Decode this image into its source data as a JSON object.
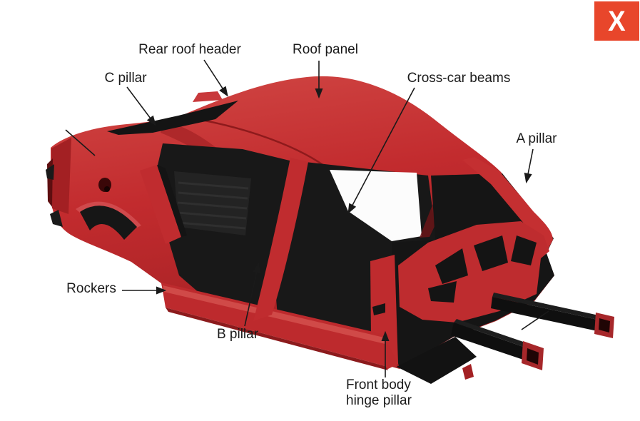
{
  "app": {
    "close_button": {
      "icon_text": "X"
    }
  },
  "diagram": {
    "labels": [
      {
        "id": "rear-roof-header",
        "text": "Rear roof header"
      },
      {
        "id": "roof-panel",
        "text": "Roof panel"
      },
      {
        "id": "c-pillar",
        "text": "C pillar"
      },
      {
        "id": "cross-car-beams",
        "text": "Cross-car beams"
      },
      {
        "id": "a-pillar",
        "text": "A pillar"
      },
      {
        "id": "rockers",
        "text": "Rockers"
      },
      {
        "id": "b-pillar",
        "text": "B pillar"
      },
      {
        "id": "front-body-hinge-pillar",
        "line1": "Front body",
        "line2": "hinge pillar"
      }
    ],
    "colors": {
      "body_red": "#C22B2E",
      "body_red_light": "#D14845",
      "body_red_dark": "#A02023",
      "interior_black": "#161616",
      "leader_line": "#1A1A1A",
      "close_button_red": "#E8462B",
      "background": "#FFFFFF"
    }
  }
}
